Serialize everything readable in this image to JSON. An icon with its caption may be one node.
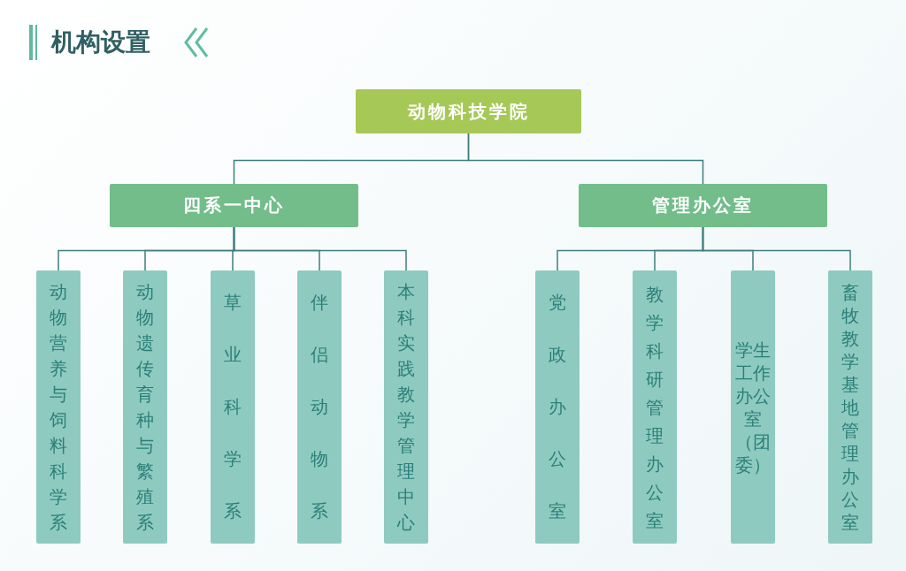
{
  "diagram": {
    "title": "机构设置",
    "nodes": [
      {
        "text": [
          "动物科技学院"
        ]
      },
      {
        "text": [
          "四系一中心"
        ]
      },
      {
        "text": [
          "管理办公室"
        ]
      },
      {
        "text": [
          "动物营养与饲料科学系"
        ]
      },
      {
        "text": [
          "动物遗传育种与繁殖系"
        ]
      },
      {
        "text": [
          "草业科学系"
        ]
      },
      {
        "text": [
          "伴侣动物系"
        ]
      },
      {
        "text": [
          "本科实践教学管理中心"
        ]
      },
      {
        "text": [
          "党政办公室"
        ]
      },
      {
        "text": [
          "教学科研管理办公室"
        ]
      },
      {
        "text": [
          "学生工作办公室（团委）"
        ]
      },
      {
        "text": [
          "畜牧教学基地管理办公室"
        ]
      }
    ],
    "edges": [
      {
        "from": 0,
        "to": 1,
        "arrow": "none"
      },
      {
        "from": 0,
        "to": 2,
        "arrow": "none"
      },
      {
        "from": 1,
        "to": 3,
        "arrow": "none"
      },
      {
        "from": 1,
        "to": 4,
        "arrow": "none"
      },
      {
        "from": 1,
        "to": 5,
        "arrow": "none"
      },
      {
        "from": 1,
        "to": 6,
        "arrow": "none"
      },
      {
        "from": 1,
        "to": 7,
        "arrow": "none"
      },
      {
        "from": 2,
        "to": 8,
        "arrow": "none"
      },
      {
        "from": 2,
        "to": 9,
        "arrow": "none"
      },
      {
        "from": 2,
        "to": 10,
        "arrow": "none"
      },
      {
        "from": 2,
        "to": 11,
        "arrow": "none"
      }
    ]
  }
}
